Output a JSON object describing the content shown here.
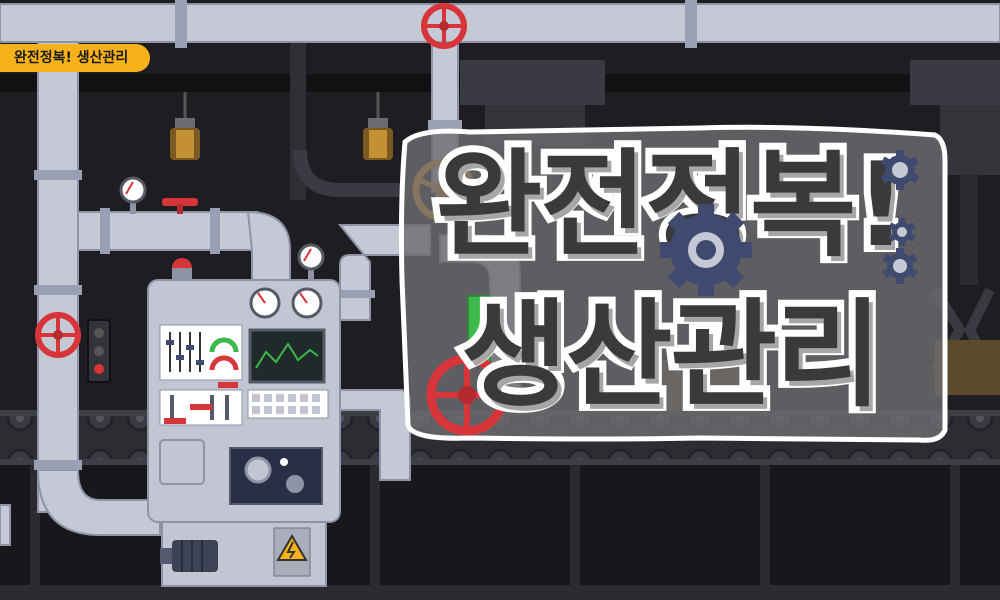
{
  "banner": {
    "tag_label": "완전정복! 생산관리",
    "title_line1": "완전정복!",
    "title_line2": "생산관리"
  },
  "colors": {
    "background": "#1e1e22",
    "pipe": "#c5c9d6",
    "machine": "#c2c6d3",
    "tag_yellow": "#f7b21b",
    "valve_red": "#d8353a",
    "valve_orange": "#f39a1e",
    "gear_navy": "#3f4a6e",
    "title_fill": "#3a3a3c",
    "title_outline": "#ffffff",
    "screen_green": "#3db84a"
  },
  "icons": [
    "valve-wheel-icon",
    "gear-icon",
    "pressure-gauge-icon",
    "warning-electric-icon",
    "lamp-icon",
    "motor-icon",
    "signal-light-icon"
  ]
}
